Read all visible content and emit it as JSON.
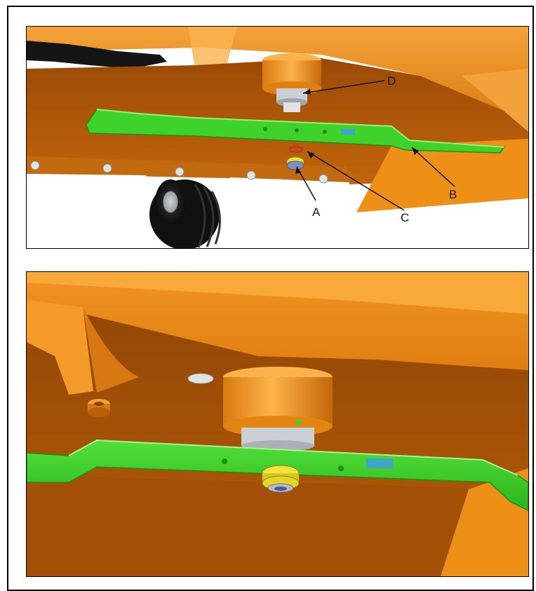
{
  "colors": {
    "deck_orange": "#e8870e",
    "deck_orange_dark": "#a4500a",
    "deck_orange_light": "#f6a735",
    "blade_green": "#3fd22a",
    "blade_green_dark": "#1f8e16",
    "nut_yellow": "#f2e23a",
    "washer_red": "#c0392b",
    "bolt_grey": "#c8cdd2",
    "tire_black": "#1a1a1a"
  },
  "callouts": {
    "a": "A",
    "b": "B",
    "c": "C",
    "d": "D"
  }
}
